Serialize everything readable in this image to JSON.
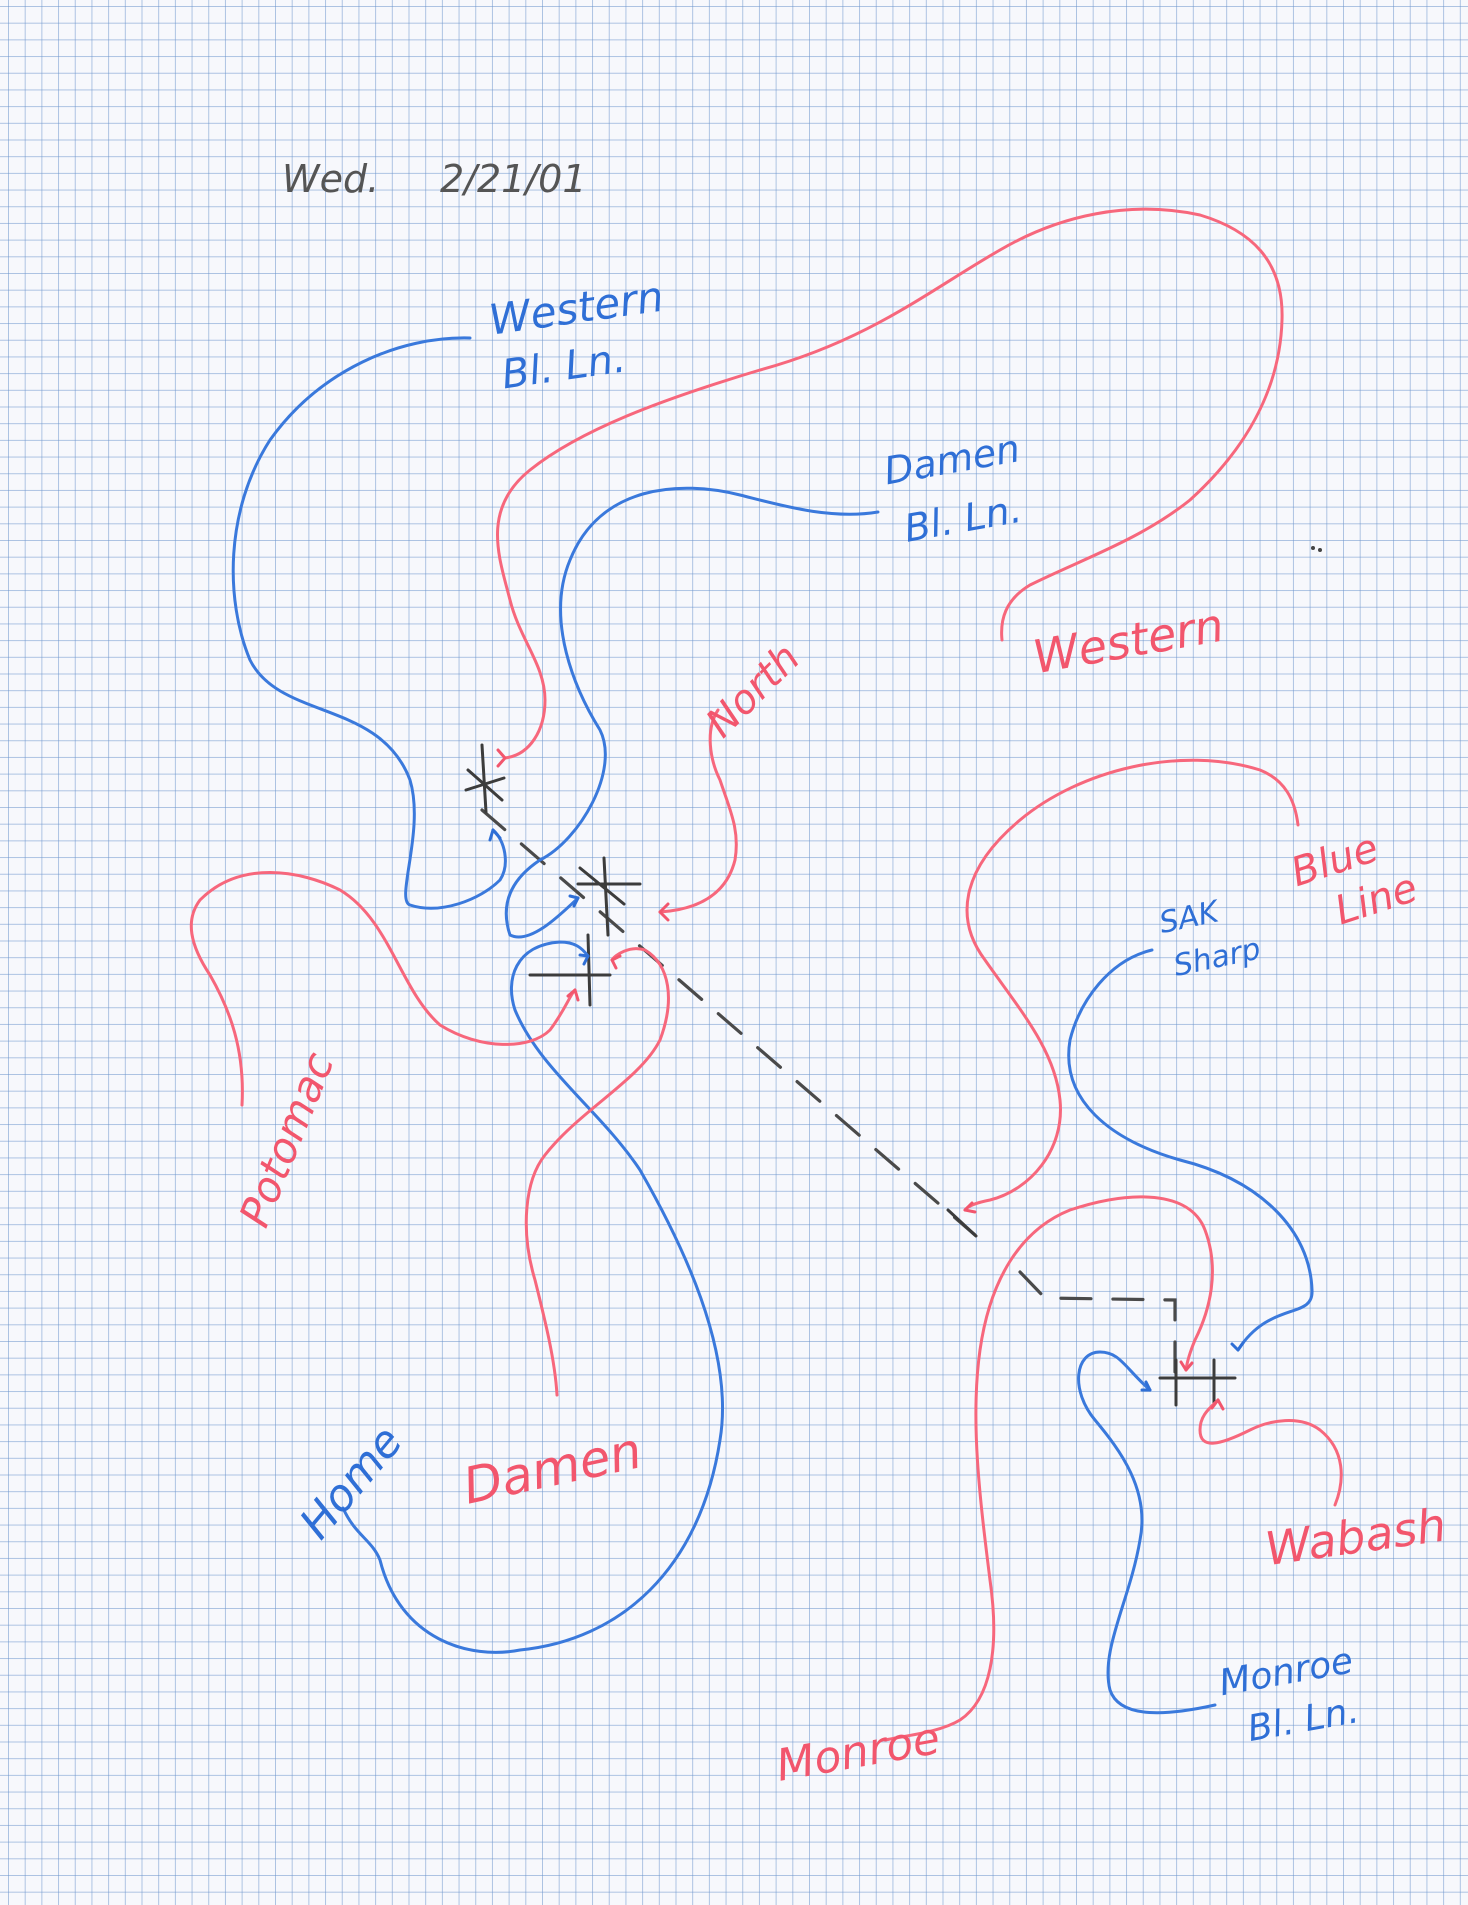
{
  "header": {
    "day": "Wed.",
    "date": "2/21/01"
  },
  "colors": {
    "paper": "#f7f8fc",
    "grid": "#8cacd8",
    "blue_ink": "#2f6fd6",
    "red_ink": "#f2566d",
    "pencil": "#444444"
  },
  "labels": {
    "western_bl_line": [
      "Western",
      "Bl. Ln."
    ],
    "damen_bl_line": [
      "Damen",
      "Bl. Ln."
    ],
    "western": "Western",
    "north": "North",
    "potomac": "Potomac",
    "blue_line": [
      "Blue",
      "Line"
    ],
    "sak_sharp": [
      "SAK",
      "Sharp"
    ],
    "home": "Home",
    "damen": "Damen",
    "wabash": "Wabash",
    "monroe": "Monroe",
    "monroe_bl_line": [
      "Monroe",
      "Bl. Ln."
    ]
  },
  "routes": [
    {
      "name": "Western Bl. Ln.",
      "ink": "blue"
    },
    {
      "name": "Western",
      "ink": "red"
    },
    {
      "name": "Damen Bl. Ln.",
      "ink": "blue"
    },
    {
      "name": "North",
      "ink": "red"
    },
    {
      "name": "Potomac",
      "ink": "red"
    },
    {
      "name": "Damen",
      "ink": "red"
    },
    {
      "name": "Home",
      "ink": "blue"
    },
    {
      "name": "Blue Line",
      "ink": "red"
    },
    {
      "name": "SAK Sharp",
      "ink": "blue"
    },
    {
      "name": "Monroe",
      "ink": "red"
    },
    {
      "name": "Wabash",
      "ink": "red"
    },
    {
      "name": "Monroe Bl. Ln.",
      "ink": "blue"
    }
  ]
}
